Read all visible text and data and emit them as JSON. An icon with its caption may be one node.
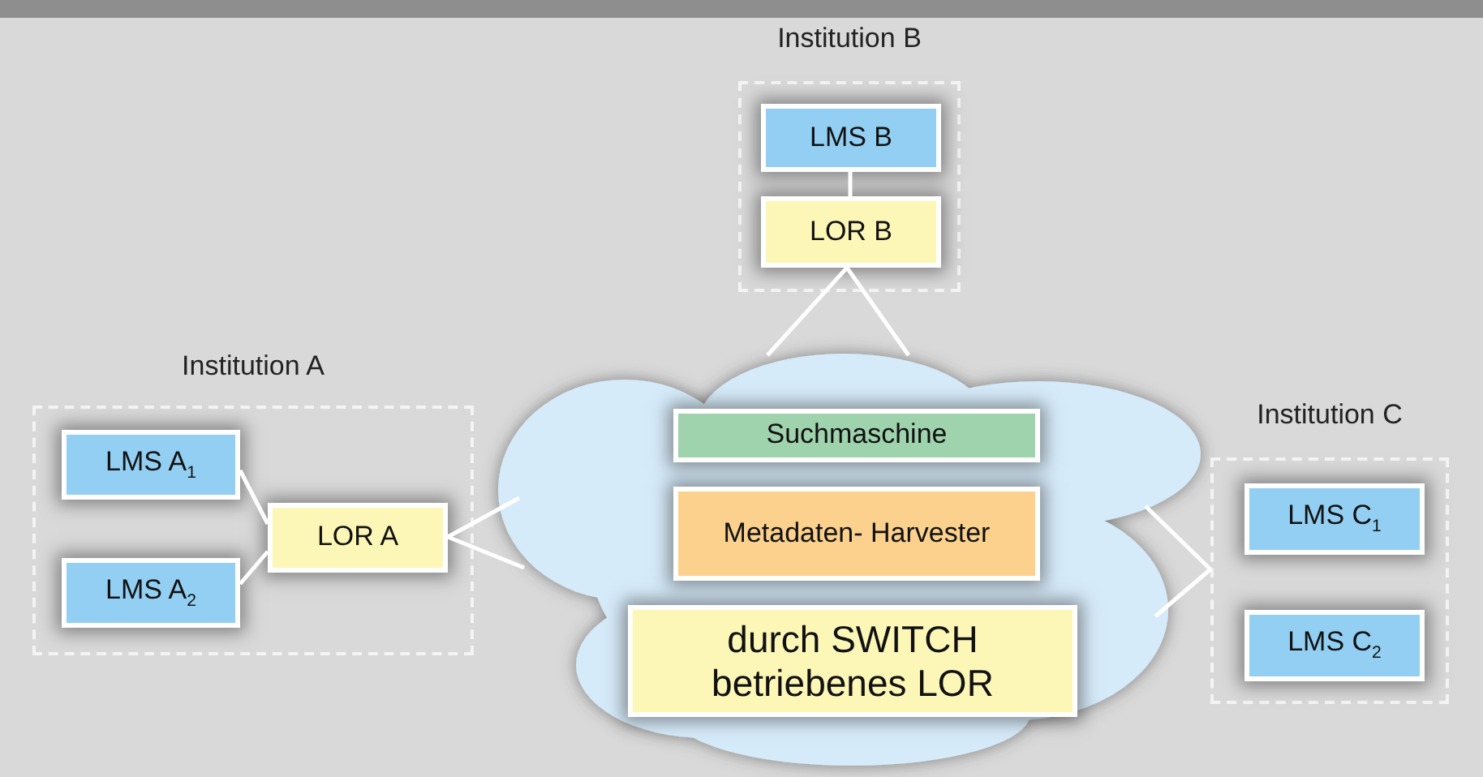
{
  "diagram": {
    "nodes": [
      {
        "text": [
          "Institution A"
        ]
      },
      {
        "text": [
          "LMS A$_{1}$"
        ],
        "in": 0
      },
      {
        "text": [
          "LMS A$_{2}$"
        ],
        "in": 0
      },
      {
        "text": [
          "LOR A"
        ],
        "in": 0
      },
      {
        "text": [
          "Institution B"
        ]
      },
      {
        "text": [
          "LMS B"
        ],
        "in": 4
      },
      {
        "text": [
          "LOR B"
        ],
        "in": 4
      },
      {
        "text": [],
        "shape": "cloud"
      },
      {
        "text": [
          "Suchmaschine"
        ],
        "in": 7
      },
      {
        "text": [
          "Metadaten- Harvester"
        ],
        "in": 7
      },
      {
        "text": [
          "durch SWITCH betriebenes LOR"
        ],
        "in": 7
      },
      {
        "text": [
          "Institution C"
        ]
      },
      {
        "text": [
          "LMS C$_{1}$"
        ],
        "in": 11
      },
      {
        "text": [
          "LMS C$_{2}$"
        ],
        "in": 11
      }
    ],
    "edges": [
      {
        "from": 1,
        "to": 3,
        "arrow": "none"
      },
      {
        "from": 2,
        "to": 3,
        "arrow": "none"
      },
      {
        "from": 3,
        "to": 7,
        "arrow": "none"
      },
      {
        "from": 5,
        "to": 6,
        "arrow": "none"
      },
      {
        "from": 6,
        "to": 7,
        "arrow": "none"
      },
      {
        "from": 11,
        "to": 7,
        "arrow": "none"
      }
    ]
  }
}
